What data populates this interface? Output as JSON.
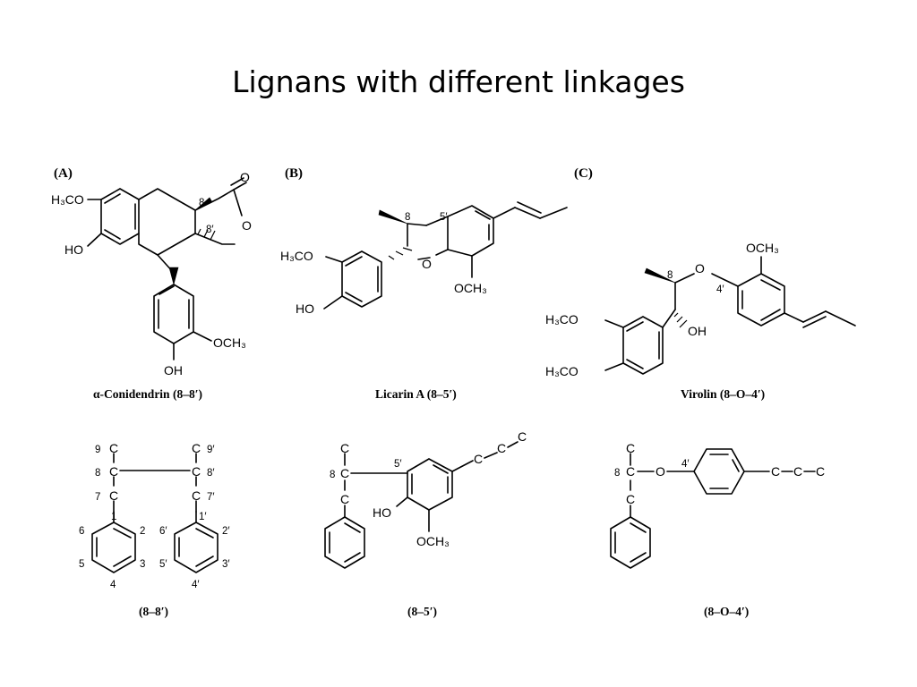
{
  "slide": {
    "title": "Lignans with different linkages"
  },
  "panels": [
    {
      "label": "(A)",
      "caption_prefix": "α",
      "caption": "-Conidendrin (8–8′)",
      "atoms": {
        "h3co": "H₃CO",
        "ho": "HO",
        "o_carbonyl": "O",
        "o_ring": "O",
        "och3": "OCH₃",
        "oh": "OH"
      },
      "numbers": {
        "n8": "8",
        "n8p": "8′"
      }
    },
    {
      "label": "(B)",
      "caption": "Licarin A (8–5′)",
      "atoms": {
        "h3co": "H₃CO",
        "ho": "HO",
        "o_ring": "O",
        "och3": "OCH₃"
      },
      "numbers": {
        "n8": "8",
        "n5p": "5′"
      }
    },
    {
      "label": "(C)",
      "caption": "Virolin (8–O–4′)",
      "atoms": {
        "och3_top": "OCH₃",
        "o_ether": "O",
        "oh": "OH",
        "h3co_1": "H₃CO",
        "h3co_2": "H₃CO"
      },
      "numbers": {
        "n8": "8",
        "n4p": "4′"
      }
    }
  ],
  "schemes": [
    {
      "caption": "(8–8′)",
      "atoms": {
        "c9": "C",
        "c8": "C",
        "c7": "C",
        "c9p": "C",
        "c8p": "C",
        "c7p": "C"
      },
      "numbers": [
        "9",
        "8",
        "7",
        "9′",
        "8′",
        "7′",
        "1",
        "2",
        "3",
        "4",
        "5",
        "6",
        "1′",
        "2′",
        "3′",
        "4′",
        "5′",
        "6′"
      ]
    },
    {
      "caption": "(8–5′)",
      "atoms": {
        "c_top": "C",
        "c8": "C",
        "c_bottom": "C",
        "ho": "HO",
        "och3": "OCH₃",
        "chain": "C",
        "chain_mid": "C",
        "chain_end": "C"
      },
      "numbers": {
        "n8": "8",
        "n5p": "5′"
      }
    },
    {
      "caption": "(8–O–4′)",
      "atoms": {
        "c_top": "C",
        "c8": "C",
        "c_bottom": "C",
        "o": "O",
        "c1": "C",
        "c2": "C",
        "c3": "C"
      },
      "numbers": {
        "n8": "8",
        "n4p": "4′"
      }
    }
  ]
}
